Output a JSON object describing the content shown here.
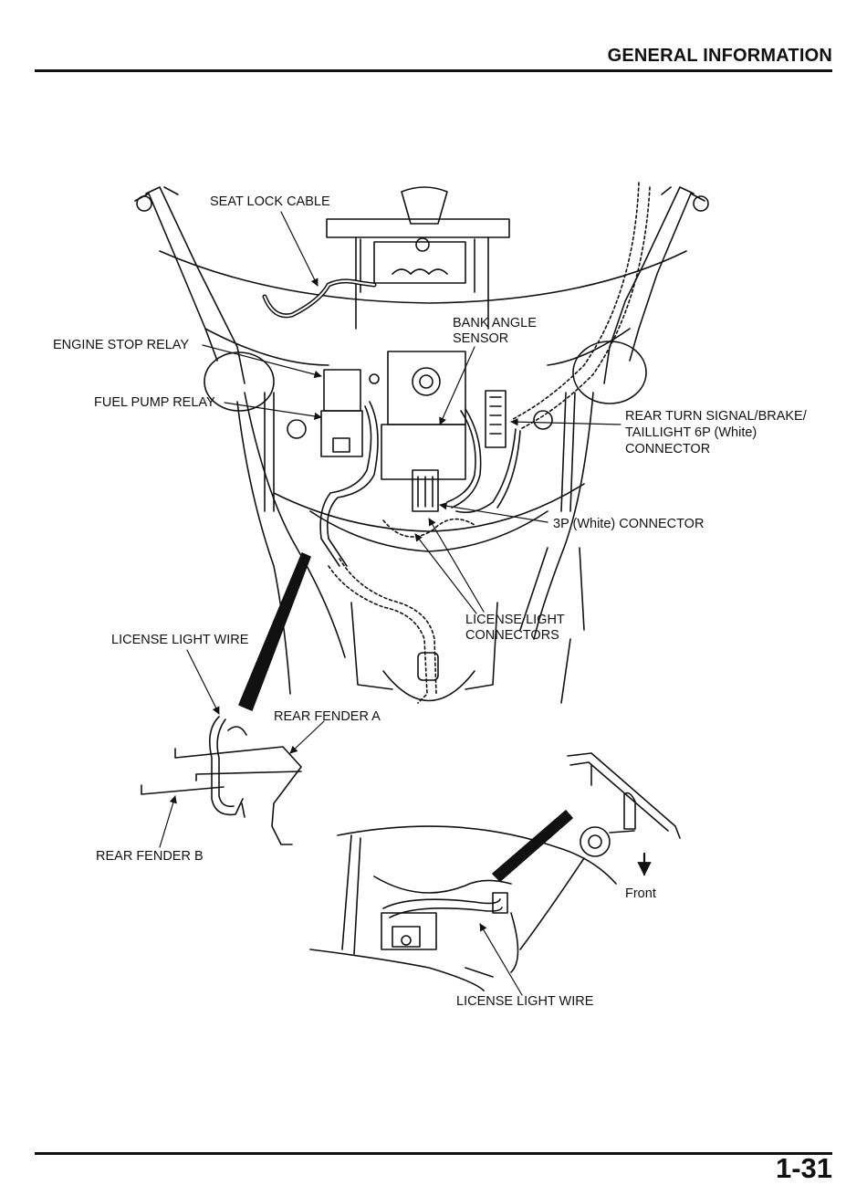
{
  "header": {
    "section_title": "GENERAL INFORMATION"
  },
  "footer": {
    "page_number": "1-31"
  },
  "labels": {
    "seat_lock_cable": "SEAT LOCK CABLE",
    "bank_angle_sensor_1": "BANK ANGLE",
    "bank_angle_sensor_2": "SENSOR",
    "engine_stop_relay": "ENGINE STOP RELAY",
    "fuel_pump_relay": "FUEL PUMP RELAY",
    "rear_turn_1": "REAR TURN SIGNAL/BRAKE/",
    "rear_turn_2": "TAILLIGHT 6P (White)",
    "rear_turn_3": "CONNECTOR",
    "connector_3p": "3P (White) CONNECTOR",
    "license_light_connectors_1": "LICENSE LIGHT",
    "license_light_connectors_2": "CONNECTORS",
    "license_light_wire_left": "LICENSE LIGHT WIRE",
    "rear_fender_a": "REAR FENDER A",
    "rear_fender_b": "REAR FENDER B",
    "front": "Front",
    "license_light_wire_bottom": "LICENSE LIGHT WIRE"
  }
}
